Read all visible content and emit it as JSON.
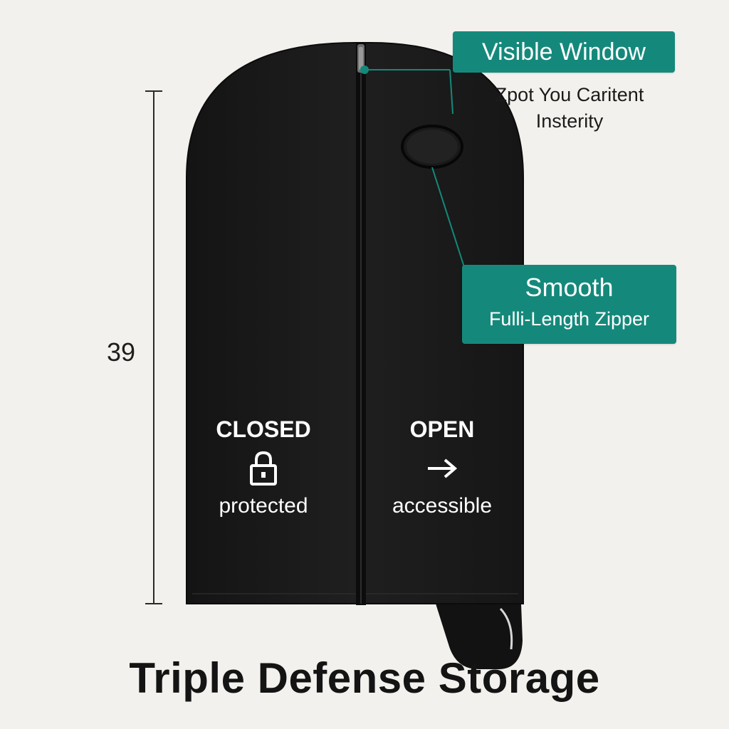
{
  "dimension": {
    "value": "39"
  },
  "callouts": {
    "window": {
      "title": "Visible Window",
      "subtitle_line1": "Zpot You Caritent",
      "subtitle_line2": "Insterity"
    },
    "zipper": {
      "line1": "Smooth",
      "line2": "Fulli-Length Zipper"
    }
  },
  "states": {
    "closed": {
      "title": "CLOSED",
      "icon": "lock-icon",
      "caption": "protected"
    },
    "open": {
      "title": "OPEN",
      "icon": "arrow-right-icon",
      "caption": "accessible"
    }
  },
  "footer": {
    "title": "Triple Defense Storage"
  },
  "colors": {
    "background": "#f3f1ed",
    "bag": "#1b1b1b",
    "accent": "#14897b",
    "text_dark": "#141414",
    "text_light": "#ffffff"
  }
}
